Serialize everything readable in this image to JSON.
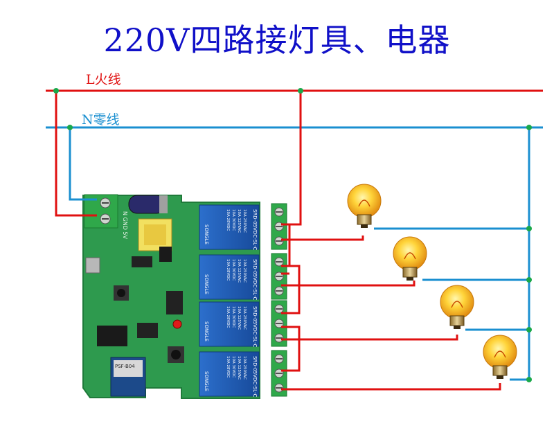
{
  "title": "220V四路接灯具、电器",
  "live_wire_label": "L火线",
  "neutral_wire_label": "N零线",
  "colors": {
    "title": "#1010c8",
    "live_wire": "#e01010",
    "neutral_wire": "#1a8fd0",
    "pcb": "#2e9a4e",
    "relay": "#1f5fb8",
    "terminal": "#2fa84a",
    "bulb": "#f5b21a"
  },
  "relays": [
    {
      "model": "SRD-05VDC-SL-C",
      "brand": "SONGLE",
      "ratings": [
        "10A 250VAC",
        "10A 125VAC",
        "10A 30VDC",
        "10A 28VDC"
      ]
    },
    {
      "model": "SRD-05VDC-SL-C",
      "brand": "SONGLE",
      "ratings": [
        "10A 250VAC",
        "10A 125VAC",
        "10A 30VDC",
        "10A 28VDC"
      ]
    },
    {
      "model": "SRD-05VDC-SL-C",
      "brand": "SONGLE",
      "ratings": [
        "10A 250VAC",
        "10A 125VAC",
        "10A 30VDC",
        "10A 28VDC"
      ]
    },
    {
      "model": "SRD-05VDC-SL-C",
      "brand": "SONGLE",
      "ratings": [
        "10A 250VAC",
        "10A 125VAC",
        "10A 30VDC",
        "10A 28VDC"
      ]
    }
  ],
  "pcb_labels": {
    "power_pins": "N GND 5V",
    "wifi_module": "PSF-B04"
  },
  "bulbs": [
    {
      "icon": "light-bulb-icon"
    },
    {
      "icon": "light-bulb-icon"
    },
    {
      "icon": "light-bulb-icon"
    },
    {
      "icon": "light-bulb-icon"
    }
  ]
}
